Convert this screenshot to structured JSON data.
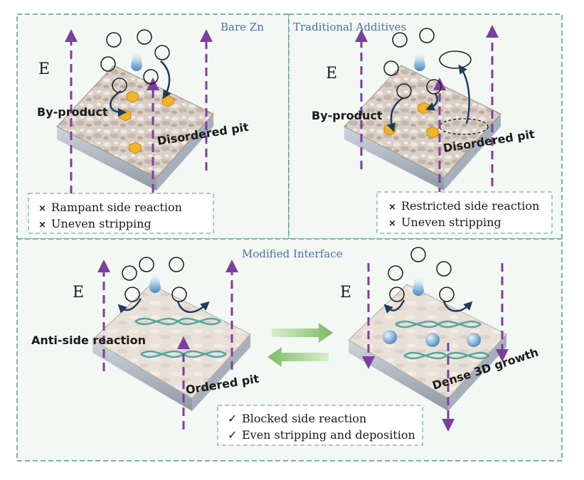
{
  "panels": {
    "bare": {
      "title": "Bare Zn",
      "field_label": "E",
      "byproduct_label": "By-product",
      "pit_label": "Disordered pit",
      "notes": [
        {
          "mark": "×",
          "text": "Rampant side reaction"
        },
        {
          "mark": "×",
          "text": "Uneven stripping"
        }
      ]
    },
    "additives": {
      "title": "Traditional Additives",
      "field_label": "E",
      "byproduct_label": "By-product",
      "pit_label": "Disordered pit",
      "notes": [
        {
          "mark": "×",
          "text": "Restricted side reaction"
        },
        {
          "mark": "×",
          "text": "Uneven stripping"
        }
      ]
    },
    "modified": {
      "title": "Modified Interface",
      "left": {
        "field_label": "E",
        "reaction_label": "Anti-side reaction",
        "pit_label": "Ordered pit"
      },
      "right": {
        "field_label": "E",
        "growth_label": "Dense 3D growth"
      },
      "notes": [
        {
          "mark": "✓",
          "text": "Blocked side reaction"
        },
        {
          "mark": "✓",
          "text": "Even stripping and deposition"
        }
      ]
    }
  },
  "colors": {
    "border": "#5a9a8e",
    "field_arrow": "#7b3fa0",
    "curl_arrow": "#1f3a5f",
    "byproduct": "#f0b429",
    "polymer": "#4fa6a0",
    "zn_ion": "#6fa8d6",
    "switch_arrow": "#8cc47a",
    "panel_bg": "#f3f8f4",
    "zn_surface": "#d8cdc3"
  }
}
